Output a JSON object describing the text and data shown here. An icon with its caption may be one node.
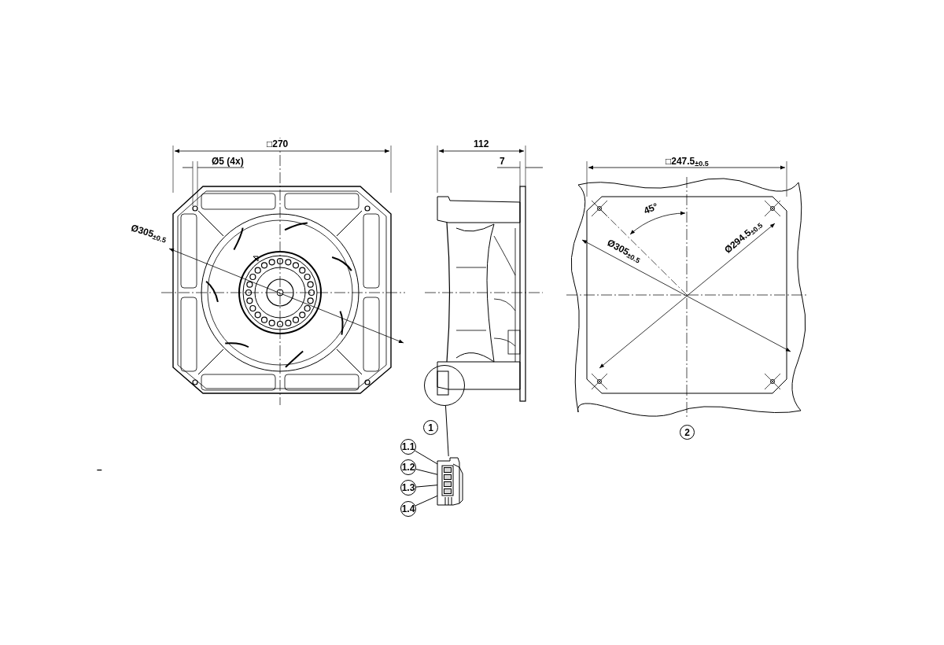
{
  "diagram": {
    "nodes": [
      {
        "text": [
          "1.1"
        ]
      },
      {
        "text": [
          "1.2"
        ]
      },
      {
        "text": [
          "1.3"
        ]
      },
      {
        "text": [
          "1.4"
        ]
      },
      {
        "text": [],
        "shape": "box",
        "in": 8
      },
      {
        "text": [],
        "shape": "box",
        "in": 8
      },
      {
        "text": [],
        "shape": "box",
        "in": 8
      },
      {
        "text": [],
        "shape": "box",
        "in": 8
      },
      {
        "text": [],
        "shape": "picture"
      },
      {
        "text": [],
        "shape": "circle"
      },
      {
        "text": [
          "1"
        ]
      },
      {
        "text": [
          "2"
        ]
      }
    ],
    "edges": [
      {
        "from": 0,
        "to": 4,
        "arrow": "none"
      },
      {
        "from": 1,
        "to": 5,
        "arrow": "none"
      },
      {
        "from": 2,
        "to": 6,
        "arrow": "none"
      },
      {
        "from": 3,
        "to": 7,
        "arrow": "none"
      },
      {
        "from": 9,
        "to": 8,
        "arrow": "none"
      }
    ],
    "labels": [
      "□270",
      "Ø5 (4x)",
      "Ø305$_{±0.5}$",
      "112",
      "7",
      "□247.5$_{±0.5}$",
      "45°",
      "Ø305$_{±0.5}$",
      "Ø294.5$_{±0.5}$",
      "–"
    ]
  }
}
